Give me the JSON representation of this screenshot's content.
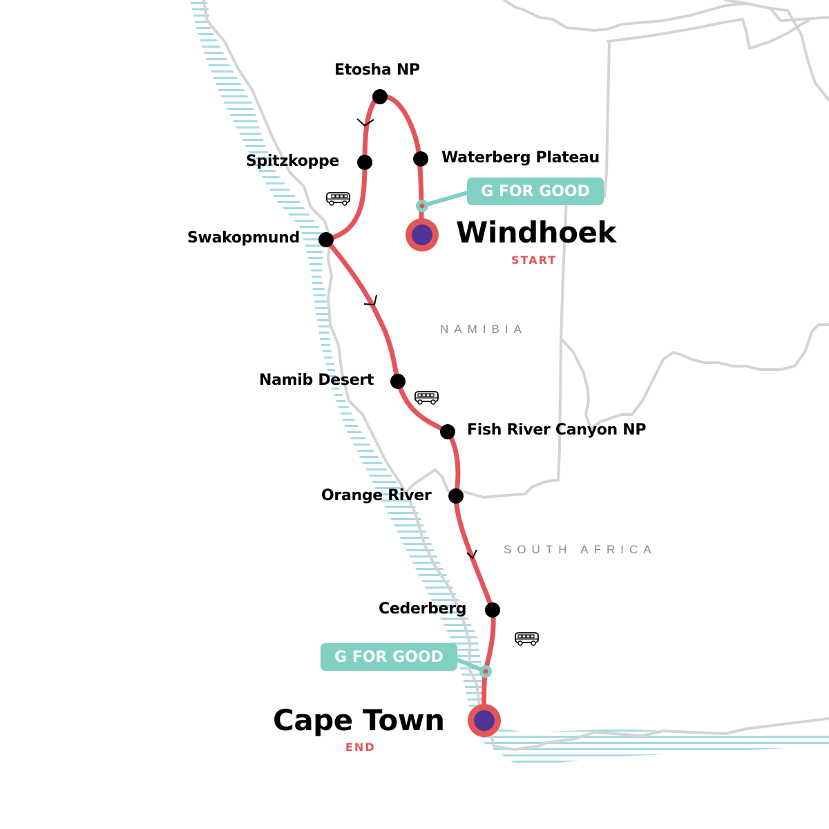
{
  "colors": {
    "route": "#e4555a",
    "stop": "#000000",
    "endpoint_fill": "#4f3494",
    "endpoint_ring": "#e4555a",
    "g_for_good": "#80d0c3",
    "border": "#d4d4d4",
    "coast_hatch": "#a6dbe3",
    "country_text": "#8a8a8a",
    "start_end_text": "#e4555a"
  },
  "start": {
    "name": "Windhoek",
    "tag": "START"
  },
  "end": {
    "name": "Cape Town",
    "tag": "END"
  },
  "stops": [
    {
      "name": "Etosha NP"
    },
    {
      "name": "Spitzkoppe"
    },
    {
      "name": "Waterberg Plateau"
    },
    {
      "name": "Swakopmund"
    },
    {
      "name": "Namib Desert"
    },
    {
      "name": "Fish River Canyon NP"
    },
    {
      "name": "Orange River"
    },
    {
      "name": "Cederberg"
    }
  ],
  "countries": [
    {
      "name": "NAMIBIA"
    },
    {
      "name": "SOUTH AFRICA"
    }
  ],
  "badges": [
    {
      "label": "G FOR GOOD",
      "near": "Windhoek"
    },
    {
      "label": "G FOR GOOD",
      "near": "Cape Town"
    }
  ],
  "icons": {
    "transport": "bus-icon",
    "direction": "arrow-chevron-icon"
  }
}
